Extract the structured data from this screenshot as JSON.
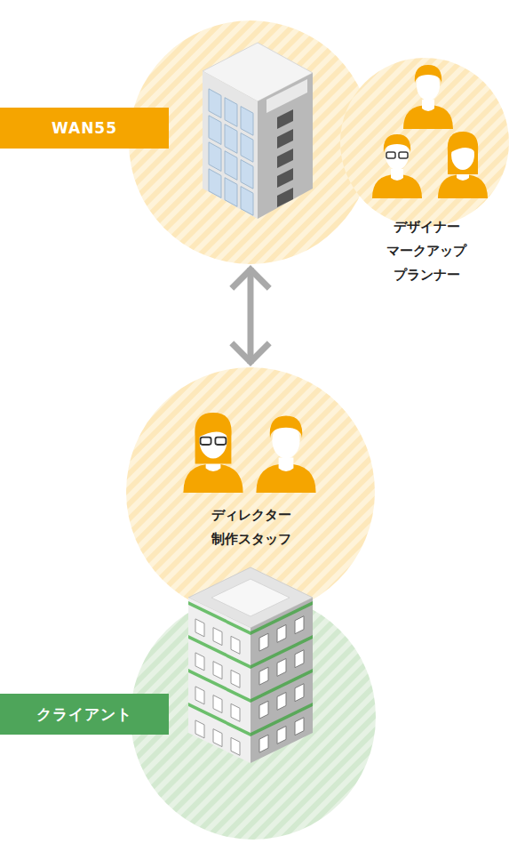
{
  "diagram": {
    "nodes": [
      {
        "text": [
          "WAN55"
        ]
      },
      {
        "text": [
          "デザイナー マークアップ プランナー"
        ]
      },
      {
        "text": [
          "ディレクター 制作スタッフ"
        ]
      },
      {
        "text": [
          "クライアント"
        ]
      }
    ],
    "edges": [
      {
        "from": 0,
        "to": 2,
        "arrow": "both"
      }
    ]
  }
}
